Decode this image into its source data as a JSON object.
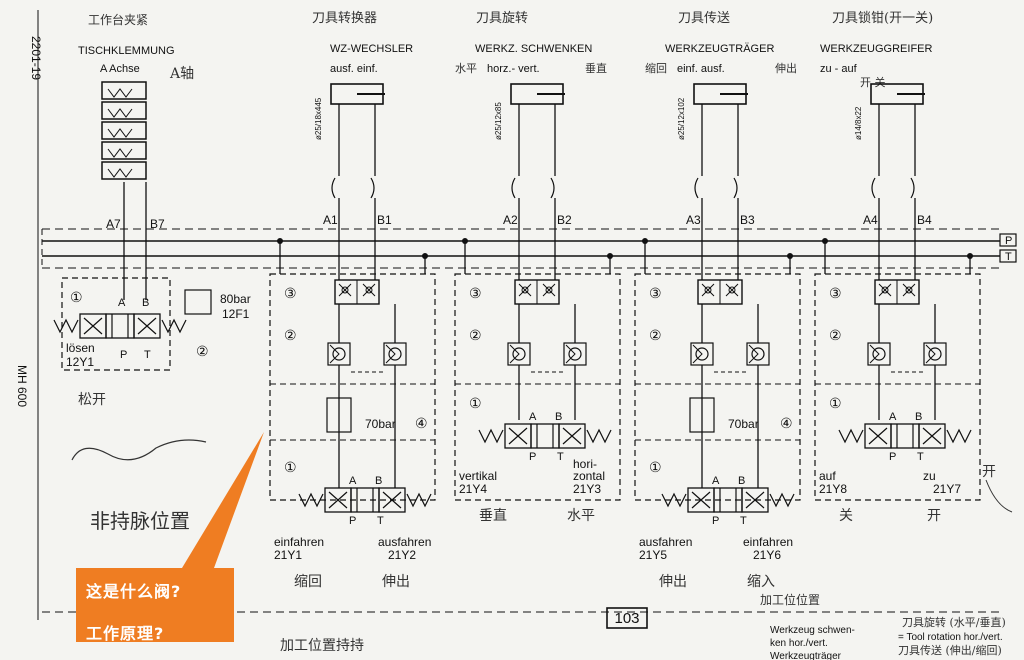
{
  "margin": {
    "id": "2201-19",
    "model": "MH 600"
  },
  "sections": [
    {
      "hw": "工作台夹紧",
      "title": "TISCHKLEMMUNG",
      "sub": "A Achse",
      "hw_sub": "A轴",
      "ports": [
        "A7",
        "B7"
      ],
      "valve_label": "lösen",
      "valve_code": "12Y1",
      "valve_num": "①",
      "pressure": "80bar",
      "pressure_code": "12F1",
      "pressure_num": "②",
      "hw_below": "松开"
    },
    {
      "hw": "刀具转换器",
      "title": "WZ-WECHSLER",
      "sub": "ausf.  einf.",
      "cyl": "ø25/18x445",
      "ports": [
        "A1",
        "B1"
      ],
      "v70": "70bar",
      "n3": "③",
      "n2": "②",
      "n1": "①",
      "n4": "④",
      "left_label": "einfahren",
      "left_code": "21Y1",
      "right_label": "ausfahren",
      "right_code": "21Y2",
      "hw_l": "缩回",
      "hw_r": "伸出"
    },
    {
      "hw": "刀具旋转",
      "title": "WERKZ. SCHWENKEN",
      "sub": "horz.- vert.",
      "hw_l_sub": "水平",
      "hw_r_sub": "垂直",
      "cyl": "ø25/12x85",
      "ports": [
        "A2",
        "B2"
      ],
      "n3": "③",
      "n2": "②",
      "n1": "①",
      "left_label": "vertikal",
      "left_code": "21Y4",
      "right_label": "hori-",
      "right_label2": "zontal",
      "right_code": "21Y3",
      "hw_l": "垂直",
      "hw_r": "水平"
    },
    {
      "hw": "刀具传送",
      "title": "WERKZEUGTRÄGER",
      "sub": "einf.  ausf.",
      "hw_l_sub": "缩回",
      "hw_r_sub": "伸出",
      "cyl": "ø25/12x102",
      "ports": [
        "A3",
        "B3"
      ],
      "v70": "70bar",
      "n3": "③",
      "n2": "②",
      "n1": "①",
      "n4": "④",
      "left_label": "ausfahren",
      "left_code": "21Y5",
      "right_label": "einfahren",
      "right_code": "21Y6",
      "hw_l": "伸出",
      "hw_r": "缩入",
      "hw_extra": "加工位位置"
    },
    {
      "hw": "刀具锁钳(开一关)",
      "title": "WERKZEUGGREIFER",
      "sub": "zu - auf",
      "hw_sub": "开  关",
      "cyl": "ø14/8x22",
      "ports": [
        "A4",
        "B4"
      ],
      "n3": "③",
      "n2": "②",
      "n1": "①",
      "left_label": "auf",
      "left_code": "21Y8",
      "right_label": "zu",
      "right_code": "21Y7",
      "hw_l": "关",
      "hw_r": "开"
    }
  ],
  "lines": {
    "p": "P",
    "t": "T"
  },
  "page_ref": "103",
  "hw_notes": {
    "brace": "非持脉位置",
    "bottom": "加工位置持持",
    "right": "开"
  },
  "legend": {
    "de1": "Werkzeug schwen-",
    "de2": "ken hor./vert.",
    "de3": "Werkzeugträger",
    "en": "= Tool rotation hor./vert.",
    "hw": "刀具旋转 (水平/垂直)",
    "hw2": "刀具传送 (伸出/缩回)"
  },
  "callout": {
    "line1": "这是什么阀?",
    "line2": "工作原理?",
    "color": "#ef7d22"
  }
}
